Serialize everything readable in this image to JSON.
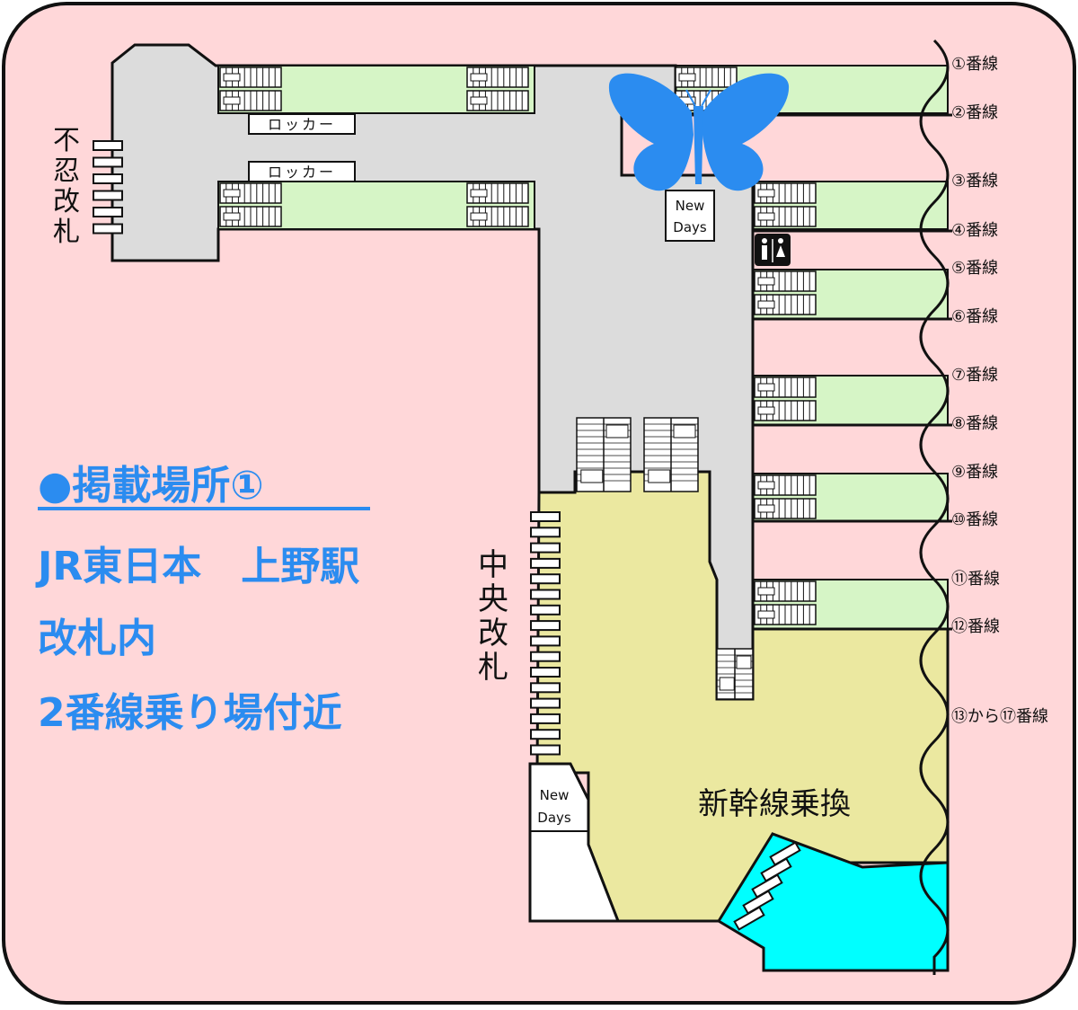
{
  "colors": {
    "background": "#ffd7d9",
    "concourse": "#dcdcdc",
    "platform": "#d6f5c6",
    "shinkansen_area": "#ebe8a0",
    "shinkansen_gate": "#00ffff",
    "accent_blue": "#2b8cf0",
    "outline": "#111111"
  },
  "gates": {
    "shinobazu": "不忍改札",
    "central": "中央改札"
  },
  "lockers": [
    "ロッカー",
    "ロッカー"
  ],
  "shops": {
    "newdays_upper": [
      "New",
      "Days"
    ],
    "newdays_lower": [
      "New",
      "Days"
    ]
  },
  "toilet_icon": "toilet-icon",
  "marker_icon": "butterfly-icon",
  "tracks": [
    "①番線",
    "②番線",
    "③番線",
    "④番線",
    "⑤番線",
    "⑥番線",
    "⑦番線",
    "⑧番線",
    "⑨番線",
    "⑩番線",
    "⑪番線",
    "⑫番線",
    "⑬から⑰番線"
  ],
  "transfer_label": "新幹線乗換",
  "info": {
    "heading": "●掲載場所①",
    "line1": "JR東日本　上野駅",
    "line2": "改札内",
    "line3": "2番線乗り場付近"
  }
}
